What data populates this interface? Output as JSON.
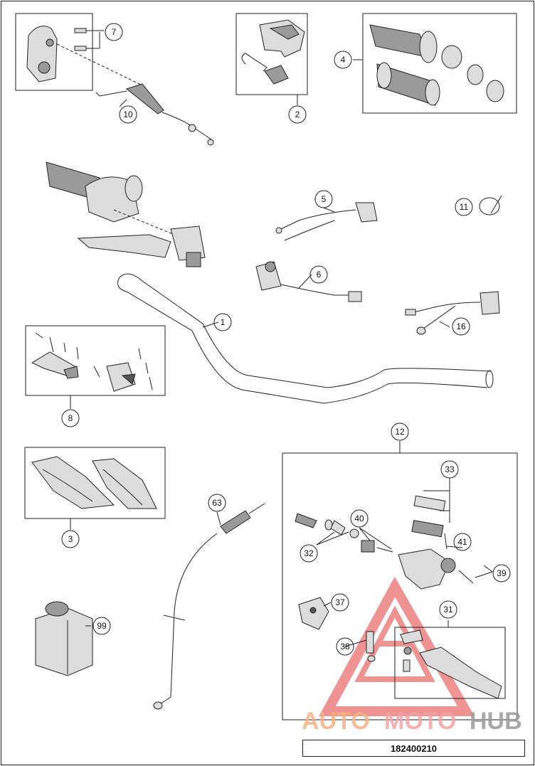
{
  "callouts": [
    {
      "id": "c7",
      "label": "7"
    },
    {
      "id": "c10",
      "label": "10"
    },
    {
      "id": "c2",
      "label": "2"
    },
    {
      "id": "c4",
      "label": "4"
    },
    {
      "id": "c5",
      "label": "5"
    },
    {
      "id": "c11",
      "label": "11"
    },
    {
      "id": "c6",
      "label": "6"
    },
    {
      "id": "c1",
      "label": "1"
    },
    {
      "id": "c16",
      "label": "16"
    },
    {
      "id": "c8",
      "label": "8"
    },
    {
      "id": "c12",
      "label": "12"
    },
    {
      "id": "c33",
      "label": "33"
    },
    {
      "id": "c63",
      "label": "63"
    },
    {
      "id": "c40",
      "label": "40"
    },
    {
      "id": "c41",
      "label": "41"
    },
    {
      "id": "c32",
      "label": "32"
    },
    {
      "id": "c39",
      "label": "39"
    },
    {
      "id": "c3",
      "label": "3"
    },
    {
      "id": "c37",
      "label": "37"
    },
    {
      "id": "c31",
      "label": "31"
    },
    {
      "id": "c99",
      "label": "99"
    },
    {
      "id": "c38",
      "label": "38"
    }
  ],
  "drawing_number": "182400210",
  "watermark": {
    "word_part1": "AUTO",
    "word_part2": "MOTO",
    "word_part3": "HUB",
    "color_part1": "#f5b183",
    "color_part2": "#f4a3a3",
    "color_part3": "#9a9a9a"
  }
}
